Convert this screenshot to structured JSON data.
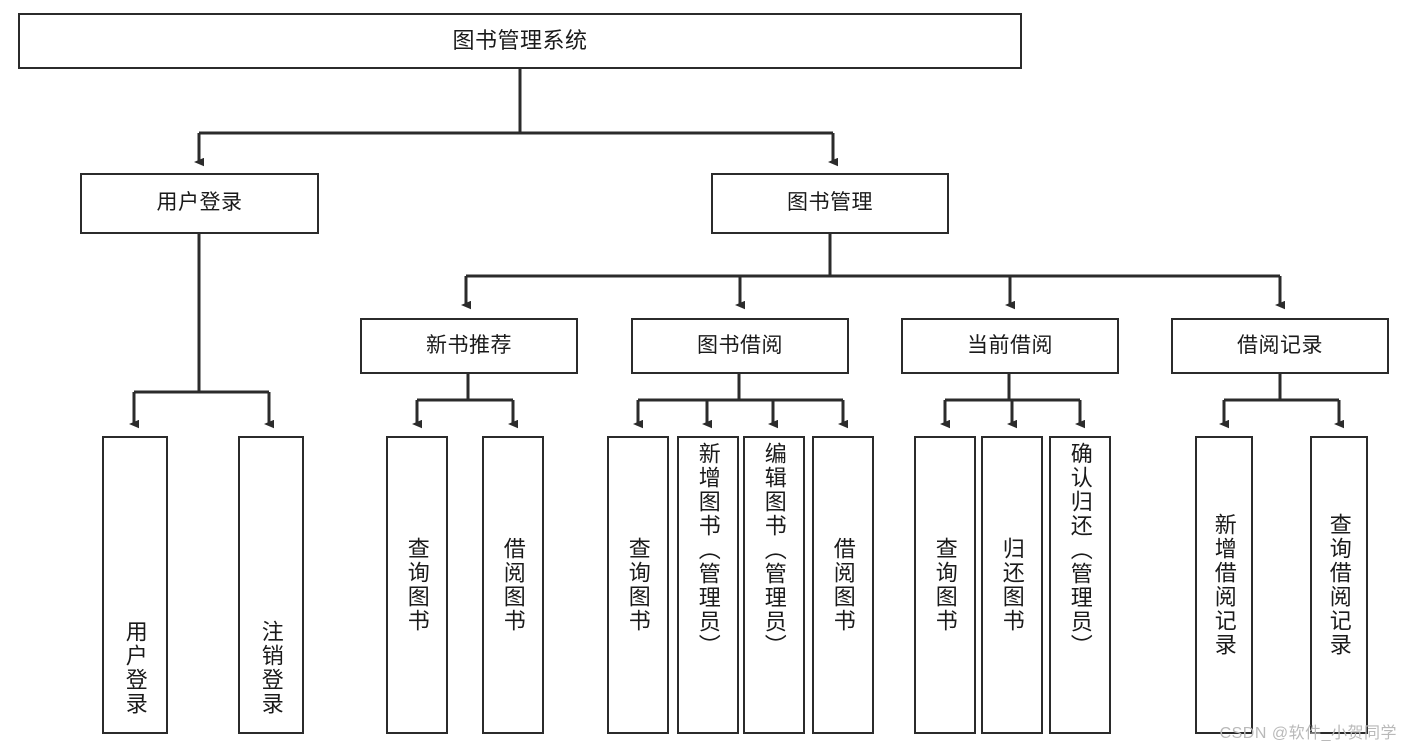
{
  "diagram": {
    "title": "图书管理系统",
    "type": "hierarchy-tree",
    "watermark": "CSDN @软件_小贺同学",
    "colors": {
      "node_border": "#2b2b2b",
      "node_fill": "#ffffff",
      "edge": "#2b2b2b",
      "background": "#ffffff",
      "watermark": "#b9b9b9"
    },
    "nodes": {
      "root": {
        "label": "图书管理系统"
      },
      "level2": [
        {
          "id": "user-login",
          "label": "用户登录"
        },
        {
          "id": "book-manage",
          "label": "图书管理"
        }
      ],
      "level3": [
        {
          "id": "new-book-recommend",
          "label": "新书推荐"
        },
        {
          "id": "book-borrow",
          "label": "图书借阅"
        },
        {
          "id": "current-borrow",
          "label": "当前借阅"
        },
        {
          "id": "borrow-record",
          "label": "借阅记录"
        }
      ],
      "leaves": {
        "user-login": [
          {
            "id": "leaf-user-login",
            "label": "用户登录"
          },
          {
            "id": "leaf-user-logout",
            "label": "注销登录"
          }
        ],
        "new-book-recommend": [
          {
            "id": "leaf-query-book-1",
            "label": "查询图书"
          },
          {
            "id": "leaf-borrow-book-1",
            "label": "借阅图书"
          }
        ],
        "book-borrow": [
          {
            "id": "leaf-query-book-2",
            "label": "查询图书"
          },
          {
            "id": "leaf-add-book",
            "label": "新增图书（管理员）"
          },
          {
            "id": "leaf-edit-book",
            "label": "编辑图书（管理员）"
          },
          {
            "id": "leaf-borrow-book-2",
            "label": "借阅图书"
          }
        ],
        "current-borrow": [
          {
            "id": "leaf-query-book-3",
            "label": "查询图书"
          },
          {
            "id": "leaf-return-book",
            "label": "归还图书"
          },
          {
            "id": "leaf-confirm-return",
            "label": "确认归还（管理员）"
          }
        ],
        "borrow-record": [
          {
            "id": "leaf-add-record",
            "label": "新增借阅记录"
          },
          {
            "id": "leaf-query-record",
            "label": "查询借阅记录"
          }
        ]
      }
    }
  }
}
